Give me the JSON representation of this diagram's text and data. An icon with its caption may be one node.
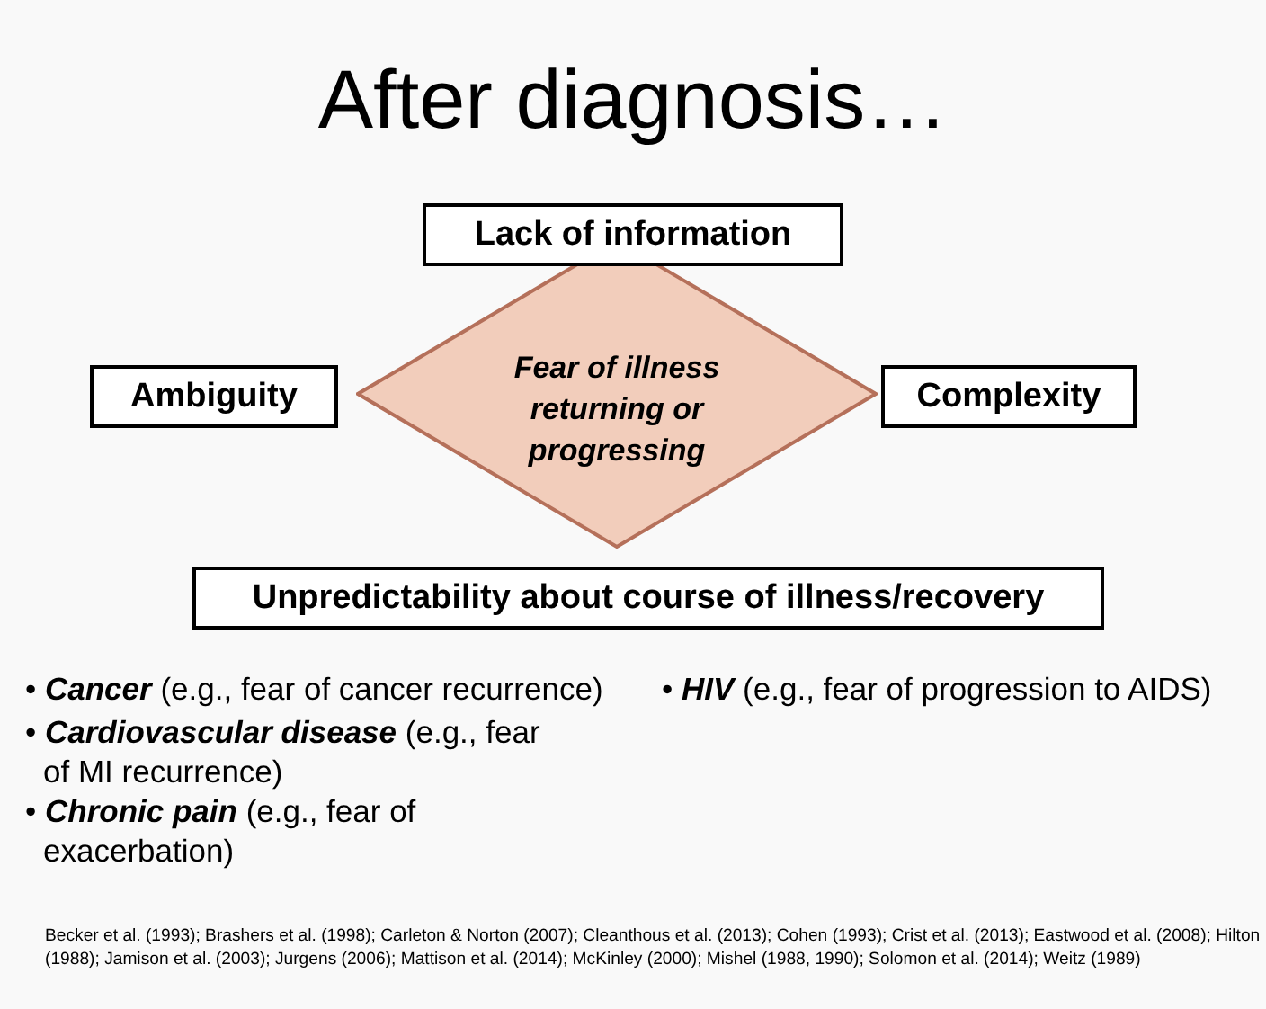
{
  "diagram": {
    "title": "After diagnosis…",
    "nodes": [
      {
        "text": [
          "Lack of information"
        ]
      },
      {
        "text": [
          "Ambiguity"
        ]
      },
      {
        "text": [
          "Fear of illness returning or progressing"
        ]
      },
      {
        "text": [
          "Complexity"
        ]
      },
      {
        "text": [
          "Unpredictability about course of illness/recovery"
        ]
      }
    ],
    "edges": [],
    "labels": [
      "• **Cancer** (e.g., fear of cancer recurrence)",
      "• **HIV** (e.g., fear of progression to AIDS)",
      "• **Cardiovascular disease** (e.g., fear of MI recurrence)",
      "• **Chronic pain** (e.g., fear of exacerbation)",
      "Becker et al. (1993); Brashers et al. (1998); Carleton & Norton (2007); Cleanthous et al. (2013); Cohen (1993); Crist et al. (2013); Eastwood et al. (2008); Hilton (1988); Jamison et al. (2003); Jurgens (2006); Mattison et al. (2014); McKinley (2000); Mishel (1988, 1990); Solomon et al. (2014); Weitz (1989)"
    ]
  }
}
